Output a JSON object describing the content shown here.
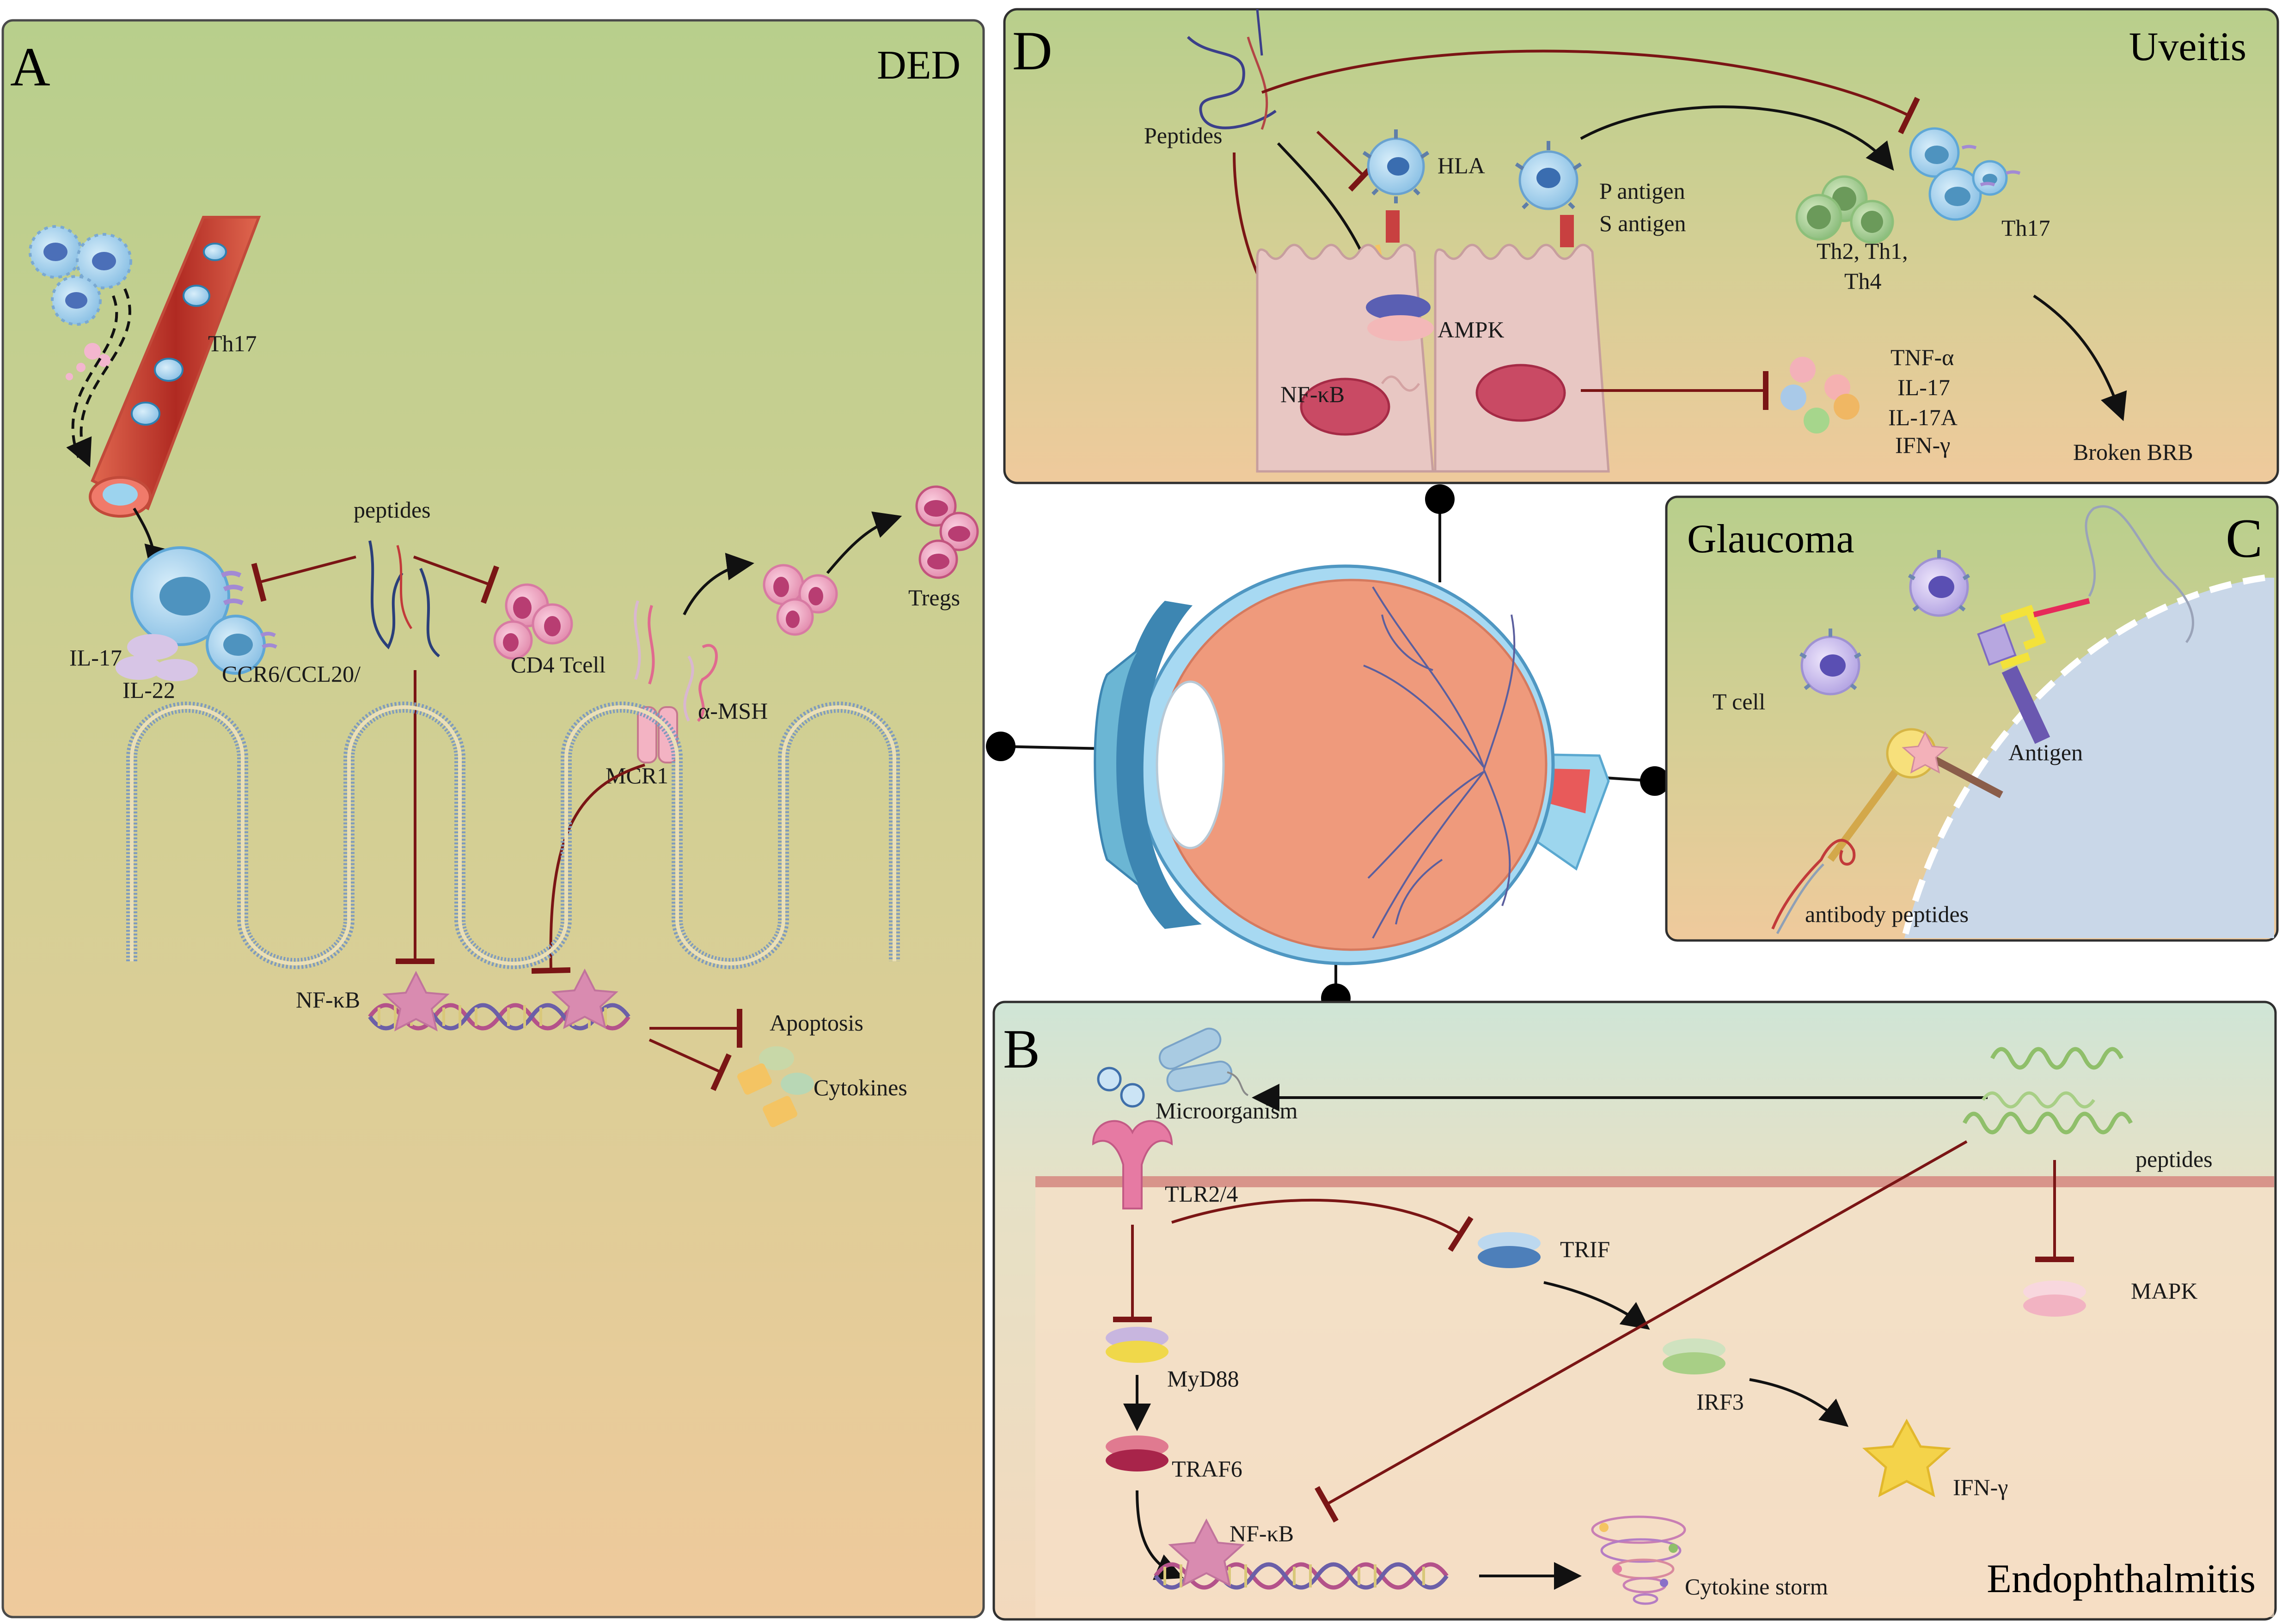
{
  "colors": {
    "panel_top": "#b9cf8c",
    "panel_bottom": "#eec99c",
    "panel_b_top": "#cfe5d6",
    "panel_b_bottom": "#f6dfc8",
    "inhibit": "#7a1515",
    "membrane": "#7f9bbd",
    "eye_iris": "#4a8fb5",
    "eye_sclera": "#f0aa88"
  },
  "panel_a": {
    "letter": "A",
    "title": "DED",
    "labels": {
      "th17": "Th17",
      "peptides": "peptides",
      "il17": "IL-17",
      "il22": "IL-22",
      "ccr6": "CCR6/CCL20/",
      "cd4": "CD4 Tcell",
      "tregs": "Tregs",
      "amsh": "α-MSH",
      "mcr1": "MCR1",
      "nfkb": "NF-κB",
      "apoptosis": "Apoptosis",
      "cytokines": "Cytokines"
    }
  },
  "panel_d": {
    "letter": "D",
    "title": "Uveitis",
    "labels": {
      "peptides": "Peptides",
      "hla": "HLA",
      "p_antigen": "P antigen",
      "s_antigen": "S antigen",
      "th17": "Th17",
      "th2_line1": "Th2, Th1,",
      "th2_line2": "Th4",
      "ampk": "AMPK",
      "nfkb": "NF-κB",
      "tnf": "TNF-α",
      "il17": "IL-17",
      "il17a": "IL-17A",
      "ifn": "IFN-γ",
      "brb": "Broken BRB"
    }
  },
  "panel_c": {
    "letter": "C",
    "title": "Glaucoma",
    "labels": {
      "tcell": "T cell",
      "antigen": "Antigen",
      "antibody": "antibody peptides"
    }
  },
  "panel_b": {
    "letter": "B",
    "title": "Endophthalmitis",
    "labels": {
      "microorganism": "Microorganism",
      "peptides": "peptides",
      "tlr": "TLR2/4",
      "trif": "TRIF",
      "mapk": "MAPK",
      "myd88": "MyD88",
      "irf3": "IRF3",
      "traf6": "TRAF6",
      "ifn": "IFN-γ",
      "nfkb": "NF-κB",
      "storm": "Cytokine storm"
    }
  }
}
